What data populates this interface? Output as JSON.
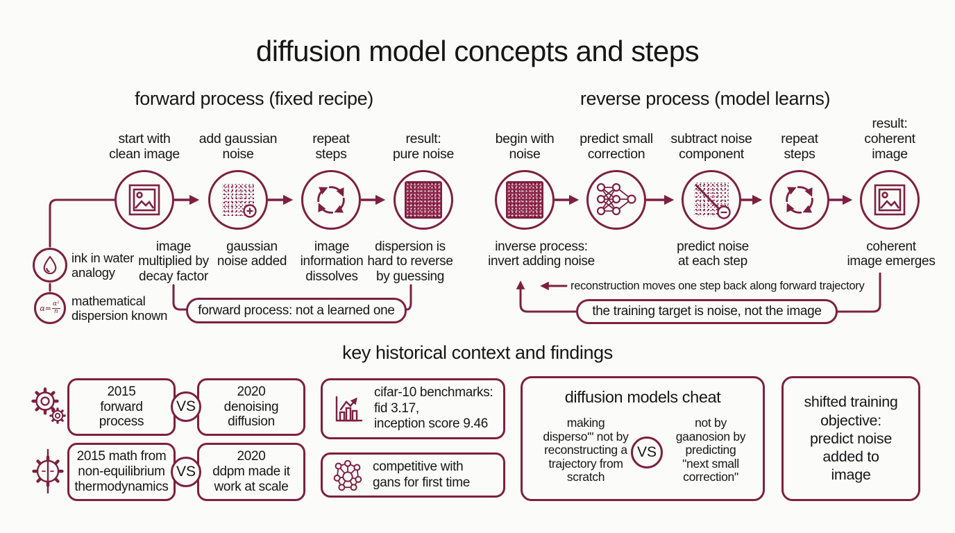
{
  "colors": {
    "accent": "#7d2040",
    "text": "#161616",
    "background": "#fbfbfa"
  },
  "title": "diffusion model concepts and steps",
  "forward": {
    "title": "forward process (fixed recipe)",
    "steps": [
      {
        "icon": "image-icon",
        "label": "start with\nclean image",
        "caption": "image\nmultiplied by\ndecay factor"
      },
      {
        "icon": "noise-plus-icon",
        "label": "add gaussian\nnoise",
        "caption": "gaussian\nnoise added"
      },
      {
        "icon": "cycle-icon",
        "label": "repeat\nsteps",
        "caption": "image\ninformation\ndissolves"
      },
      {
        "icon": "noise-square-icon",
        "label": "result:\npure noise",
        "caption": "dispersion is\nhard to reverse\nby guessing"
      }
    ],
    "analogy": {
      "icon": "droplet-icon",
      "label": "ink in water\nanalogy"
    },
    "math_note": {
      "icon": "formula-icon",
      "label": "mathematical\ndispersion known",
      "formula_lhs": "α=",
      "formula_num": "α²",
      "formula_den": "n"
    },
    "pill": "forward process: not a learned one"
  },
  "reverse": {
    "title": "reverse process (model learns)",
    "steps": [
      {
        "icon": "noise-square-icon",
        "label": "begin with\nnoise",
        "caption": "inverse process:\ninvert adding noise"
      },
      {
        "icon": "neural-net-icon",
        "label": "predict small\ncorrection",
        "caption": ""
      },
      {
        "icon": "noise-minus-icon",
        "label": "subtract noise\ncomponent",
        "caption": "predict noise\nat each step"
      },
      {
        "icon": "cycle-icon",
        "label": "repeat\nsteps",
        "caption": ""
      },
      {
        "icon": "image-icon",
        "label": "result:\ncoherent\nimage",
        "caption": "coherent\nimage emerges"
      }
    ],
    "annotation": "reconstruction moves one step back along forward trajectory",
    "pill": "the training target is noise, not the image"
  },
  "history": {
    "title": "key historical context and findings",
    "vs_rows": [
      {
        "icon": "gears-icon",
        "left": "2015\nforward\nprocess",
        "vs": "VS",
        "right": "2020\ndenoising\ndiffusion"
      },
      {
        "icon": "split-gear-icon",
        "left": "2015 math from\nnon-equilibrium\nthermodynamics",
        "vs": "VS",
        "right": "2020\nddpm made it\nwork at scale"
      }
    ],
    "fact_cards": [
      {
        "icon": "chart-icon",
        "text": "cifar-10 benchmarks:\nfid 3.17,\ninception score 9.46"
      },
      {
        "icon": "molecule-icon",
        "text": "competitive with\ngans for first time"
      }
    ],
    "cheat_card": {
      "title": "diffusion models cheat",
      "left": "making\ndisperso'\" not by\nreconstructing a\ntrajectory from\nscratch",
      "vs": "VS",
      "right": "not by\ngaanosion by\npredicting\n\"next small\ncorrection\""
    },
    "objective_card": {
      "text": "shifted training\nobjective:\npredict noise\nadded to\nimage"
    }
  }
}
